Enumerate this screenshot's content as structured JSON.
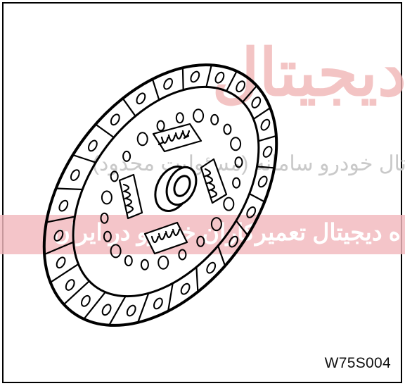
{
  "figure_code": "W75S004",
  "watermark": {
    "top_text": "دیجیتال",
    "middle_text": "تال خودرو سامانه (مسئولیت محدود)",
    "band_text": "ه دیجیتال تعمیرکاران خودرو در ایران"
  }
}
